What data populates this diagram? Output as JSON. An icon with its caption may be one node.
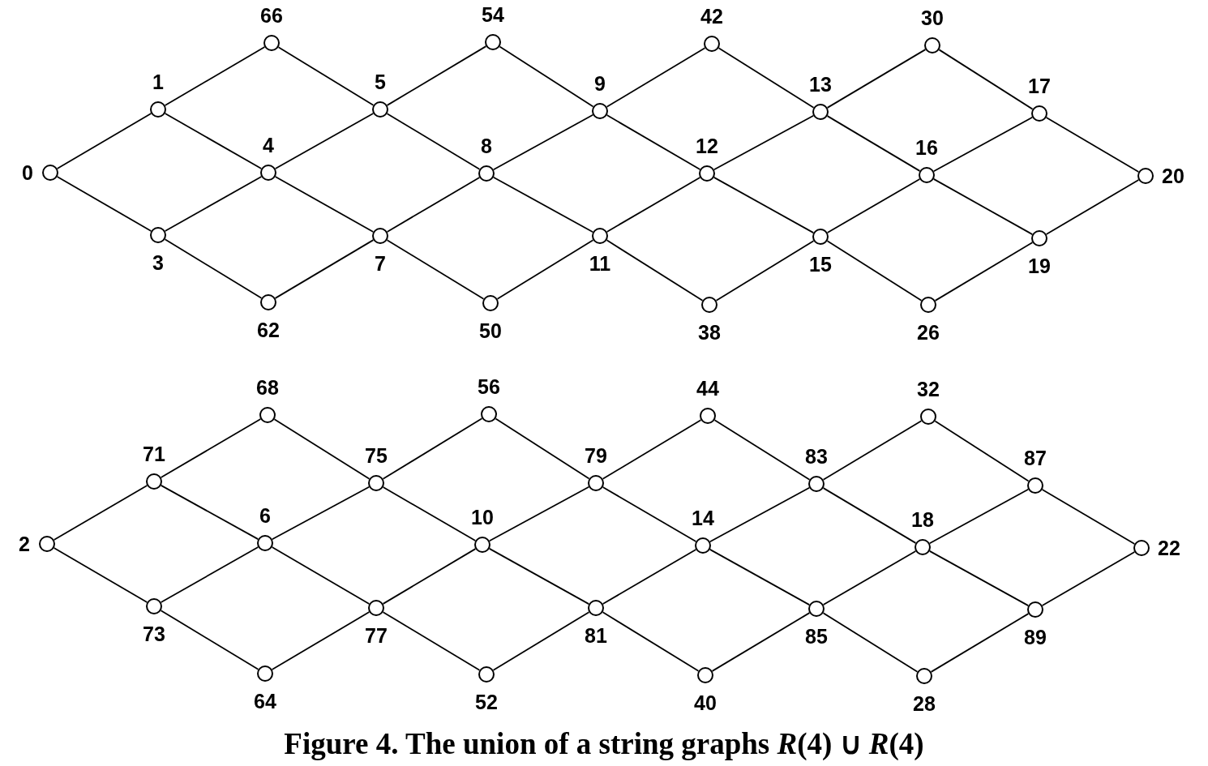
{
  "diagram": {
    "caption": "Figure 4. The union of a string graphs *R*(4) ∪ *R*(4)",
    "nodes": [
      {
        "text": [],
        "shape": "circle",
        "beside": [
          "0"
        ]
      },
      {
        "text": [],
        "shape": "circle",
        "beside": [
          "1"
        ]
      },
      {
        "text": [],
        "shape": "circle",
        "beside": [
          "3"
        ]
      },
      {
        "text": [],
        "shape": "circle",
        "beside": [
          "66"
        ]
      },
      {
        "text": [],
        "shape": "circle",
        "beside": [
          "4"
        ]
      },
      {
        "text": [],
        "shape": "circle",
        "beside": [
          "62"
        ]
      },
      {
        "text": [],
        "shape": "circle",
        "beside": [
          "5"
        ]
      },
      {
        "text": [],
        "shape": "circle",
        "beside": [
          "7"
        ]
      },
      {
        "text": [],
        "shape": "circle",
        "beside": [
          "54"
        ]
      },
      {
        "text": [],
        "shape": "circle",
        "beside": [
          "8"
        ]
      },
      {
        "text": [],
        "shape": "circle",
        "beside": [
          "50"
        ]
      },
      {
        "text": [],
        "shape": "circle",
        "beside": [
          "9"
        ]
      },
      {
        "text": [],
        "shape": "circle",
        "beside": [
          "11"
        ]
      },
      {
        "text": [],
        "shape": "circle",
        "beside": [
          "42"
        ]
      },
      {
        "text": [],
        "shape": "circle",
        "beside": [
          "12"
        ]
      },
      {
        "text": [],
        "shape": "circle",
        "beside": [
          "38"
        ]
      },
      {
        "text": [],
        "shape": "circle",
        "beside": [
          "13"
        ]
      },
      {
        "text": [],
        "shape": "circle",
        "beside": [
          "15"
        ]
      },
      {
        "text": [],
        "shape": "circle",
        "beside": [
          "30"
        ]
      },
      {
        "text": [],
        "shape": "circle",
        "beside": [
          "16"
        ]
      },
      {
        "text": [],
        "shape": "circle",
        "beside": [
          "26"
        ]
      },
      {
        "text": [],
        "shape": "circle",
        "beside": [
          "17"
        ]
      },
      {
        "text": [],
        "shape": "circle",
        "beside": [
          "19"
        ]
      },
      {
        "text": [],
        "shape": "circle",
        "beside": [
          "20"
        ]
      },
      {
        "text": [],
        "shape": "circle",
        "beside": [
          "2"
        ]
      },
      {
        "text": [],
        "shape": "circle",
        "beside": [
          "71"
        ]
      },
      {
        "text": [],
        "shape": "circle",
        "beside": [
          "73"
        ]
      },
      {
        "text": [],
        "shape": "circle",
        "beside": [
          "68"
        ]
      },
      {
        "text": [],
        "shape": "circle",
        "beside": [
          "6"
        ]
      },
      {
        "text": [],
        "shape": "circle",
        "beside": [
          "64"
        ]
      },
      {
        "text": [],
        "shape": "circle",
        "beside": [
          "75"
        ]
      },
      {
        "text": [],
        "shape": "circle",
        "beside": [
          "77"
        ]
      },
      {
        "text": [],
        "shape": "circle",
        "beside": [
          "56"
        ]
      },
      {
        "text": [],
        "shape": "circle",
        "beside": [
          "10"
        ]
      },
      {
        "text": [],
        "shape": "circle",
        "beside": [
          "52"
        ]
      },
      {
        "text": [],
        "shape": "circle",
        "beside": [
          "79"
        ]
      },
      {
        "text": [],
        "shape": "circle",
        "beside": [
          "81"
        ]
      },
      {
        "text": [],
        "shape": "circle",
        "beside": [
          "44"
        ]
      },
      {
        "text": [],
        "shape": "circle",
        "beside": [
          "14"
        ]
      },
      {
        "text": [],
        "shape": "circle",
        "beside": [
          "40"
        ]
      },
      {
        "text": [],
        "shape": "circle",
        "beside": [
          "83"
        ]
      },
      {
        "text": [],
        "shape": "circle",
        "beside": [
          "85"
        ]
      },
      {
        "text": [],
        "shape": "circle",
        "beside": [
          "32"
        ]
      },
      {
        "text": [],
        "shape": "circle",
        "beside": [
          "18"
        ]
      },
      {
        "text": [],
        "shape": "circle",
        "beside": [
          "28"
        ]
      },
      {
        "text": [],
        "shape": "circle",
        "beside": [
          "87"
        ]
      },
      {
        "text": [],
        "shape": "circle",
        "beside": [
          "89"
        ]
      },
      {
        "text": [],
        "shape": "circle",
        "beside": [
          "22"
        ]
      }
    ],
    "edges": [
      {
        "from": 0,
        "to": 1,
        "arrow": "none"
      },
      {
        "from": 0,
        "to": 2,
        "arrow": "none"
      },
      {
        "from": 1,
        "to": 3,
        "arrow": "none"
      },
      {
        "from": 1,
        "to": 4,
        "arrow": "none"
      },
      {
        "from": 2,
        "to": 4,
        "arrow": "none"
      },
      {
        "from": 2,
        "to": 5,
        "arrow": "none"
      },
      {
        "from": 3,
        "to": 6,
        "arrow": "none"
      },
      {
        "from": 4,
        "to": 6,
        "arrow": "none"
      },
      {
        "from": 4,
        "to": 7,
        "arrow": "none"
      },
      {
        "from": 5,
        "to": 7,
        "arrow": "none"
      },
      {
        "from": 6,
        "to": 8,
        "arrow": "none"
      },
      {
        "from": 6,
        "to": 9,
        "arrow": "none"
      },
      {
        "from": 7,
        "to": 9,
        "arrow": "none"
      },
      {
        "from": 7,
        "to": 10,
        "arrow": "none"
      },
      {
        "from": 8,
        "to": 11,
        "arrow": "none"
      },
      {
        "from": 9,
        "to": 11,
        "arrow": "none"
      },
      {
        "from": 9,
        "to": 12,
        "arrow": "none"
      },
      {
        "from": 10,
        "to": 12,
        "arrow": "none"
      },
      {
        "from": 11,
        "to": 13,
        "arrow": "none"
      },
      {
        "from": 11,
        "to": 14,
        "arrow": "none"
      },
      {
        "from": 12,
        "to": 14,
        "arrow": "none"
      },
      {
        "from": 12,
        "to": 15,
        "arrow": "none"
      },
      {
        "from": 13,
        "to": 16,
        "arrow": "none"
      },
      {
        "from": 14,
        "to": 16,
        "arrow": "none"
      },
      {
        "from": 14,
        "to": 17,
        "arrow": "none"
      },
      {
        "from": 15,
        "to": 17,
        "arrow": "none"
      },
      {
        "from": 16,
        "to": 18,
        "arrow": "none"
      },
      {
        "from": 16,
        "to": 19,
        "arrow": "none"
      },
      {
        "from": 17,
        "to": 19,
        "arrow": "none"
      },
      {
        "from": 17,
        "to": 20,
        "arrow": "none"
      },
      {
        "from": 18,
        "to": 21,
        "arrow": "none"
      },
      {
        "from": 19,
        "to": 21,
        "arrow": "none"
      },
      {
        "from": 19,
        "to": 22,
        "arrow": "none"
      },
      {
        "from": 20,
        "to": 22,
        "arrow": "none"
      },
      {
        "from": 21,
        "to": 23,
        "arrow": "none"
      },
      {
        "from": 22,
        "to": 23,
        "arrow": "none"
      },
      {
        "from": 24,
        "to": 25,
        "arrow": "none"
      },
      {
        "from": 24,
        "to": 26,
        "arrow": "none"
      },
      {
        "from": 25,
        "to": 27,
        "arrow": "none"
      },
      {
        "from": 25,
        "to": 28,
        "arrow": "none"
      },
      {
        "from": 26,
        "to": 28,
        "arrow": "none"
      },
      {
        "from": 26,
        "to": 29,
        "arrow": "none"
      },
      {
        "from": 27,
        "to": 30,
        "arrow": "none"
      },
      {
        "from": 28,
        "to": 30,
        "arrow": "none"
      },
      {
        "from": 28,
        "to": 31,
        "arrow": "none"
      },
      {
        "from": 29,
        "to": 31,
        "arrow": "none"
      },
      {
        "from": 30,
        "to": 32,
        "arrow": "none"
      },
      {
        "from": 30,
        "to": 33,
        "arrow": "none"
      },
      {
        "from": 31,
        "to": 33,
        "arrow": "none"
      },
      {
        "from": 31,
        "to": 34,
        "arrow": "none"
      },
      {
        "from": 32,
        "to": 35,
        "arrow": "none"
      },
      {
        "from": 33,
        "to": 35,
        "arrow": "none"
      },
      {
        "from": 33,
        "to": 36,
        "arrow": "none"
      },
      {
        "from": 34,
        "to": 36,
        "arrow": "none"
      },
      {
        "from": 35,
        "to": 37,
        "arrow": "none"
      },
      {
        "from": 35,
        "to": 38,
        "arrow": "none"
      },
      {
        "from": 36,
        "to": 38,
        "arrow": "none"
      },
      {
        "from": 36,
        "to": 39,
        "arrow": "none"
      },
      {
        "from": 37,
        "to": 40,
        "arrow": "none"
      },
      {
        "from": 38,
        "to": 40,
        "arrow": "none"
      },
      {
        "from": 38,
        "to": 41,
        "arrow": "none"
      },
      {
        "from": 39,
        "to": 41,
        "arrow": "none"
      },
      {
        "from": 40,
        "to": 42,
        "arrow": "none"
      },
      {
        "from": 40,
        "to": 43,
        "arrow": "none"
      },
      {
        "from": 41,
        "to": 43,
        "arrow": "none"
      },
      {
        "from": 41,
        "to": 44,
        "arrow": "none"
      },
      {
        "from": 42,
        "to": 45,
        "arrow": "none"
      },
      {
        "from": 43,
        "to": 45,
        "arrow": "none"
      },
      {
        "from": 43,
        "to": 46,
        "arrow": "none"
      },
      {
        "from": 44,
        "to": 46,
        "arrow": "none"
      },
      {
        "from": 45,
        "to": 47,
        "arrow": "none"
      },
      {
        "from": 46,
        "to": 47,
        "arrow": "none"
      }
    ]
  }
}
